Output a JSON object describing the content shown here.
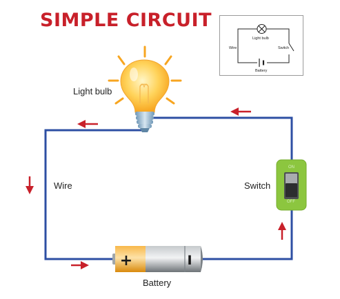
{
  "title": "SIMPLE CIRCUIT",
  "labels": {
    "light_bulb": "Light bulb",
    "wire": "Wire",
    "switch": "Switch",
    "battery": "Battery"
  },
  "switch_states": {
    "on": "ON",
    "off": "OFF"
  },
  "battery_terminals": {
    "positive": "+",
    "negative": "I"
  },
  "inset": {
    "light_bulb": "Light bulb",
    "wire": "Wire",
    "switch": "Switch",
    "battery": "Battery"
  },
  "colors": {
    "title": "#c8202a",
    "wire": "#2d4fa3",
    "arrow": "#c8202a",
    "bulb_glow": "#f7a520",
    "bulb_base": "#8fb4d0",
    "switch_body": "#8cc63f",
    "battery_positive": "#f7a520",
    "battery_body": "#9aa0a4"
  }
}
